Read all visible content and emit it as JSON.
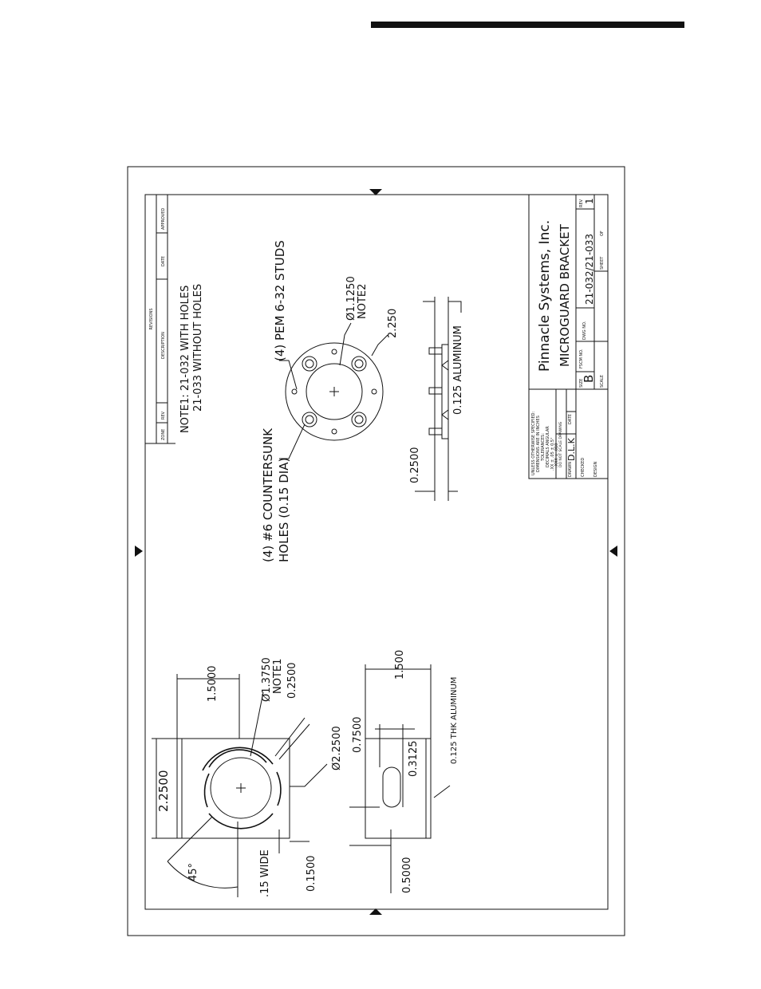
{
  "revisions": {
    "heading": "REVISIONS",
    "zone": "ZONE",
    "rev": "REV",
    "description": "DESCRIPTION",
    "date": "DATE",
    "approved": "APPROVED"
  },
  "notes": {
    "note1_a": "NOTE1: 21-032 WITH HOLES",
    "note1_b": "21-033 WITHOUT HOLES"
  },
  "top_view": {
    "countersunk_a": "(4) #6 COUNTERSUNK",
    "countersunk_b": "HOLES (0.15 DIA)",
    "pem_studs": "(4) PEM 6-32 STUDS",
    "dia_inner": "Ø1.1250",
    "note2": "NOTE2",
    "outer": "2.250",
    "thickness": "0.2500",
    "material": "0.125 ALUMINUM"
  },
  "bottom_view": {
    "width": "2.2500",
    "height": "1.5000",
    "slot_dia": "Ø1.3750",
    "note1": "NOTE1",
    "slot_w": "0.2500",
    "outer_dia": "Ø2.2500",
    "angle": "45°",
    "slot_wide": ".15 WIDE",
    "offset": "0.1500",
    "side_h": "1.500",
    "side_a": "0.7500",
    "side_b": "0.3125",
    "side_c": "0.5000",
    "material": "0.125 THK ALUMINUM"
  },
  "title_block": {
    "company": "Pinnacle Systems, Inc.",
    "title": "MICROGUARD BRACKET",
    "dwg_label": "DWG NO.",
    "dwg_no": "21-032/21-033",
    "rev_label": "REV",
    "rev": "1",
    "size_label": "SIZE",
    "size": "B",
    "fscm_label": "FSCM NO.",
    "scale_label": "SCALE",
    "sheet_label": "SHEET",
    "sheet_value": "OF",
    "tol_1": "UNLESS OTHERWISE SPECIFIED:",
    "tol_2": "DIMENSIONS ARE IN INCHES",
    "tol_3": "TOLERANCES:",
    "tol_4": "DECIMALS   ANGULAR",
    "tol_5": ".XX  ± .05      ± 0.5°",
    "tol_6": ".XXX ± .010",
    "tol_7": "DO NOT SCALE DRAWING",
    "drawn_label": "DRAWN",
    "drawn_by": "D.L.K",
    "date_label": "DATE",
    "checked_label": "CHECKED",
    "design_label": "DESIGN"
  }
}
